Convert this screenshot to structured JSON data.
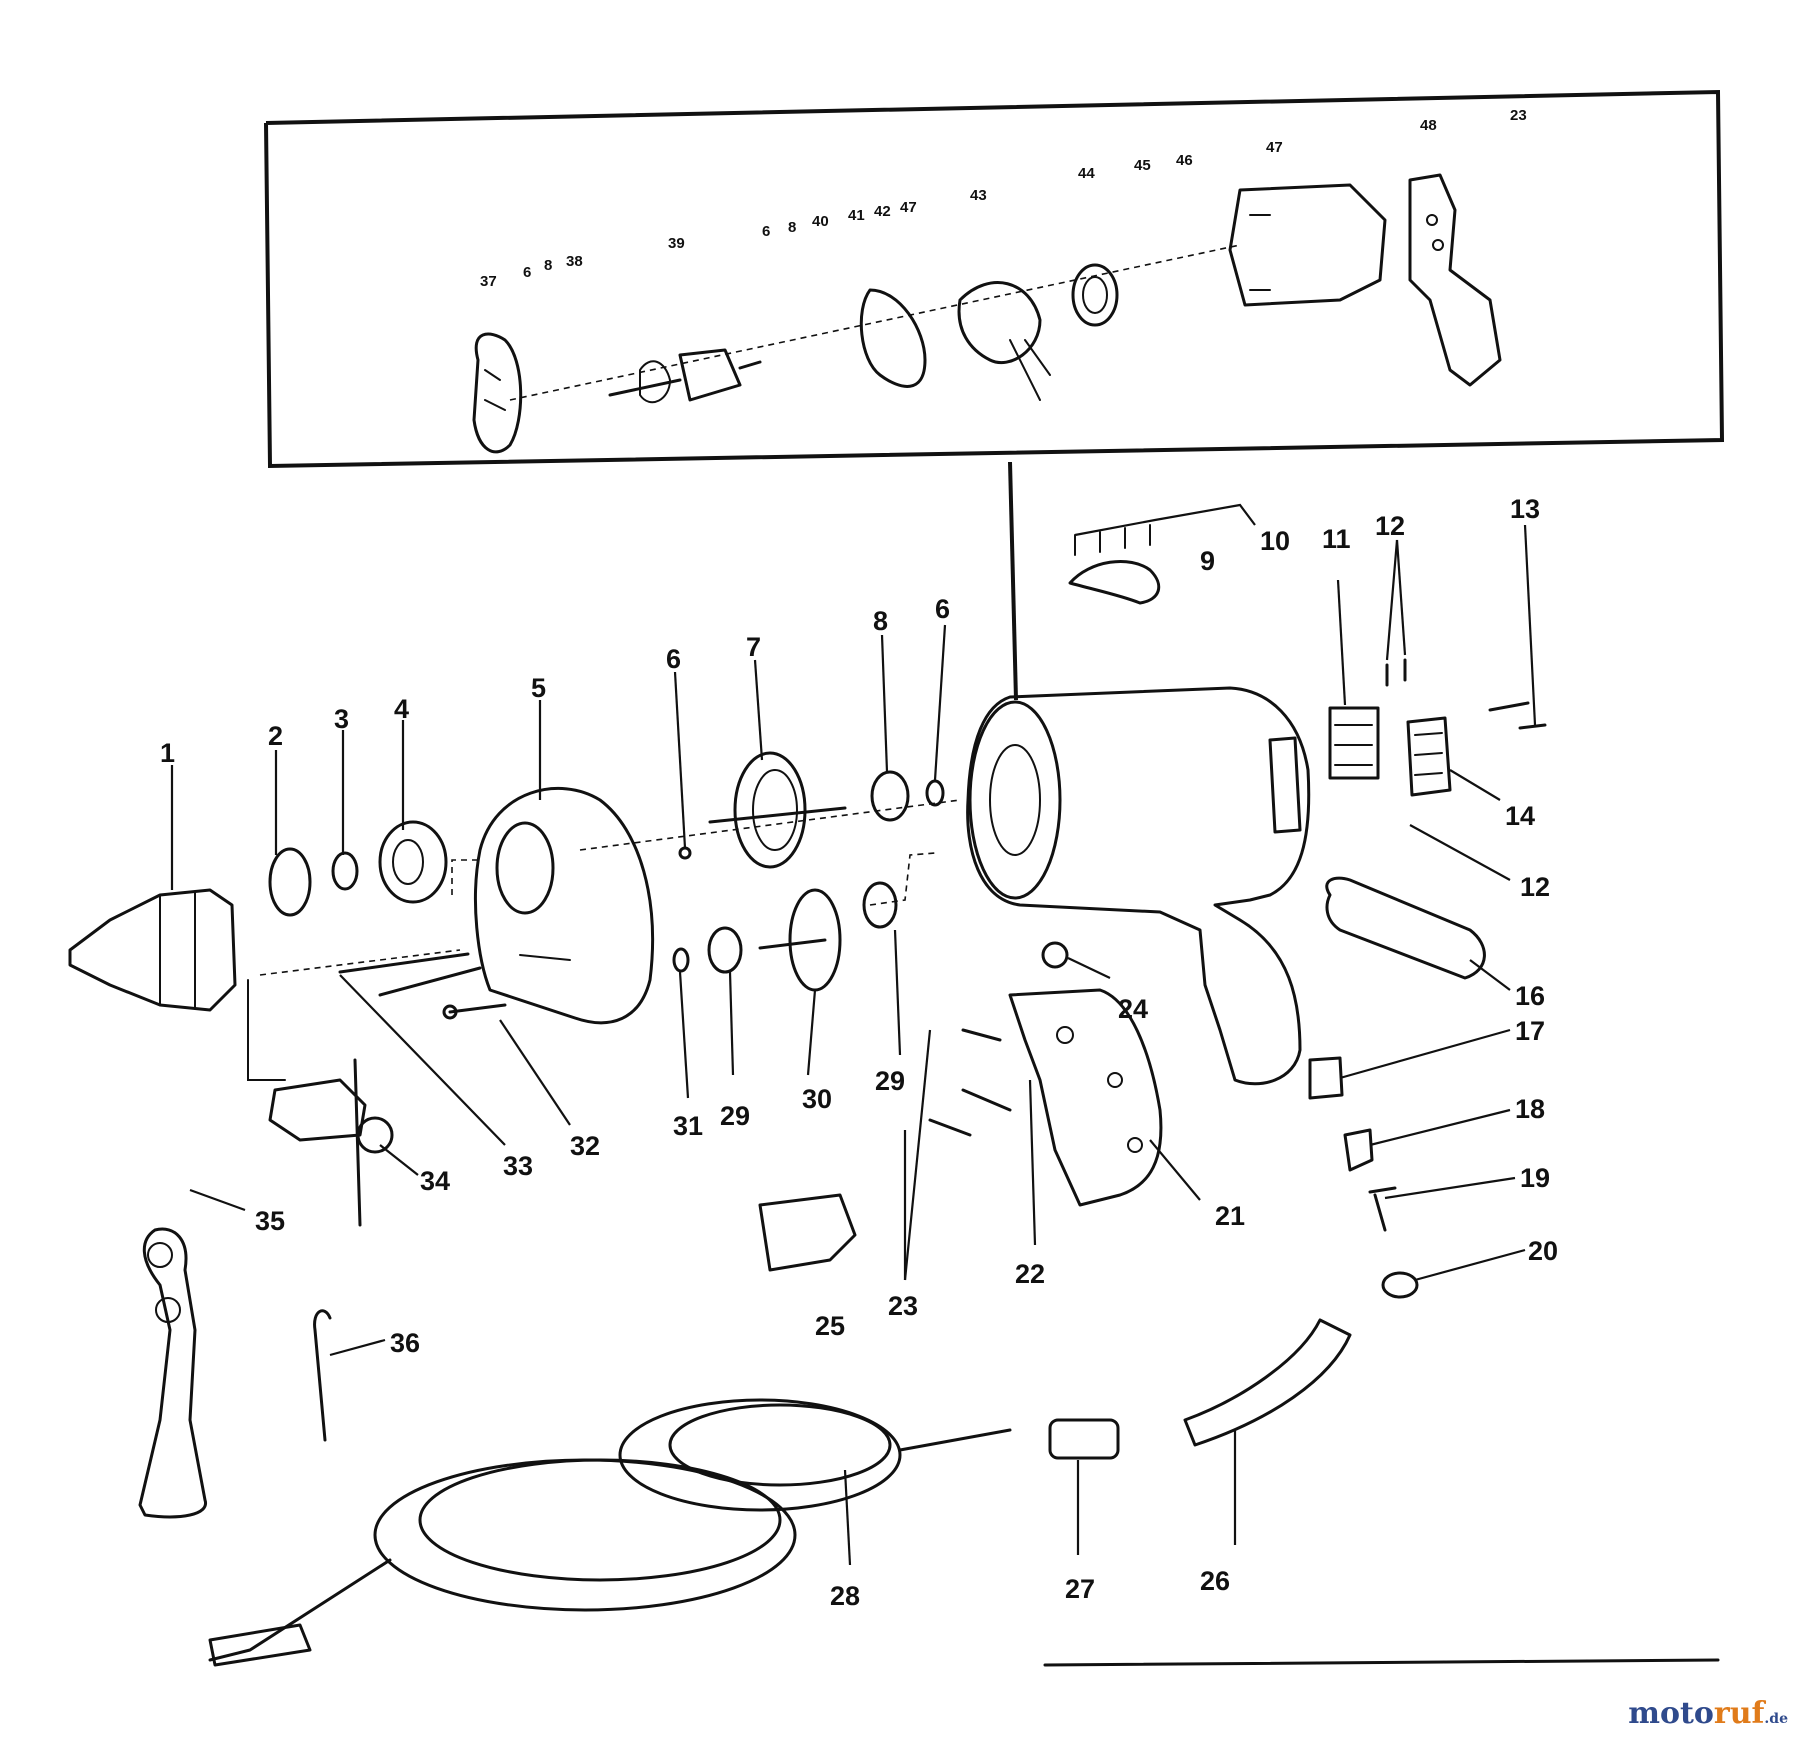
{
  "diagram": {
    "labels": {
      "p1": "1",
      "p2": "2",
      "p3": "3",
      "p4": "4",
      "p5": "5",
      "p6a": "6",
      "p6b": "6",
      "p7": "7",
      "p8": "8",
      "p9": "9",
      "p10": "10",
      "p11": "11",
      "p12a": "12",
      "p12b": "12",
      "p13": "13",
      "p14": "14",
      "p16": "16",
      "p17": "17",
      "p18": "18",
      "p19": "19",
      "p20": "20",
      "p21": "21",
      "p22": "22",
      "p23": "23",
      "p24": "24",
      "p25": "25",
      "p26": "26",
      "p27": "27",
      "p28": "28",
      "p29a": "29",
      "p29b": "29",
      "p30": "30",
      "p31": "31",
      "p32": "32",
      "p33": "33",
      "p34": "34",
      "p35": "35",
      "p36": "36"
    },
    "inset_labels": {
      "i37": "37",
      "i6": "6",
      "i8a": "8",
      "i38": "38",
      "i39": "39",
      "i6b": "6",
      "i8b": "8",
      "i40": "40",
      "i41": "41",
      "i42": "42",
      "i47a": "47",
      "i43": "43",
      "i44": "44",
      "i45": "45",
      "i46a": "46",
      "i47b": "47",
      "i48": "48",
      "i23": "23"
    }
  },
  "watermark": {
    "part1": "moto",
    "part2": "ruf",
    "part3": ".de"
  }
}
